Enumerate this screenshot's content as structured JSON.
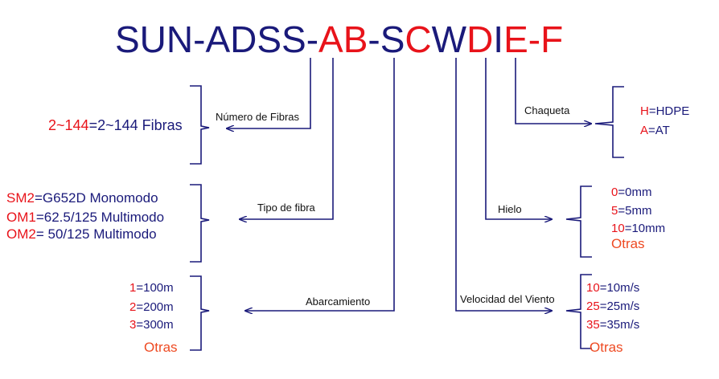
{
  "title": {
    "parts": [
      {
        "text": "SUN-ADSS-",
        "color": "#1a1a7a"
      },
      {
        "text": "AB",
        "color": "#e8131a"
      },
      {
        "text": "-S",
        "color": "#1a1a7a"
      },
      {
        "text": "C",
        "color": "#e8131a"
      },
      {
        "text": "W",
        "color": "#1a1a7a"
      },
      {
        "text": "D",
        "color": "#e8131a"
      },
      {
        "text": "I",
        "color": "#1a1a7a"
      },
      {
        "text": "E-F",
        "color": "#e8131a"
      }
    ]
  },
  "labels": {
    "fibers": "Número de Fibras",
    "fiber_type": "Tipo de fibra",
    "span": "Abarcamiento",
    "jacket": "Chaqueta",
    "ice": "Hielo",
    "wind": "Velocidad del Viento"
  },
  "fibers": {
    "code": "2~144",
    "eq": "=2~144 ",
    "desc": "Fibras"
  },
  "fiber_types": [
    {
      "code": "SM2",
      "eq": "=G652D ",
      "desc": "Monomodo"
    },
    {
      "code": "OM1",
      "eq": "=62.5/125 ",
      "desc": "Multimodo"
    },
    {
      "code": "OM2",
      "eq": "= 50/125 ",
      "desc": "Multimodo"
    }
  ],
  "spans": [
    {
      "code": "1",
      "eq": "=100m"
    },
    {
      "code": "2",
      "eq": "=200m"
    },
    {
      "code": "3",
      "eq": "=300m"
    }
  ],
  "spans_other": "Otras",
  "jackets": [
    {
      "code": "H",
      "eq": "=HDPE"
    },
    {
      "code": "A",
      "eq": "=AT"
    }
  ],
  "ice": [
    {
      "code": "0",
      "eq": "=0mm"
    },
    {
      "code": "5",
      "eq": "=5mm"
    },
    {
      "code": "10",
      "eq": "=10mm"
    }
  ],
  "ice_other": "Otras",
  "wind": [
    {
      "code": "10",
      "eq": "=10m/s"
    },
    {
      "code": "25",
      "eq": "=25m/s"
    },
    {
      "code": "35",
      "eq": "=35m/s"
    }
  ],
  "wind_other": "Otras",
  "colors": {
    "navy": "#1a1a7a",
    "red": "#e8131a",
    "orange": "#ee4a22"
  }
}
